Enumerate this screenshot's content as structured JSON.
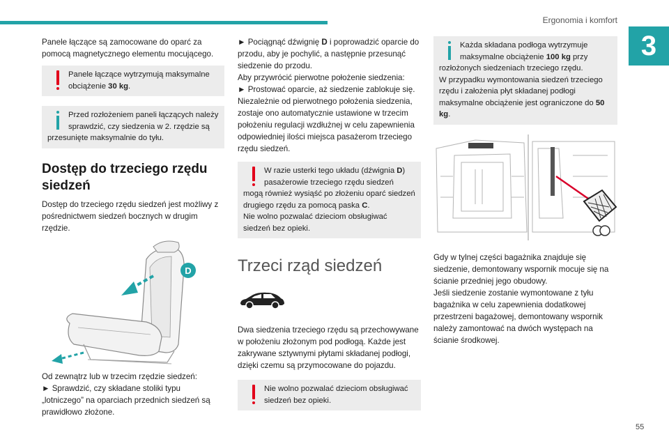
{
  "header": {
    "title": "Ergonomia i komfort",
    "chapter": "3",
    "page": "55"
  },
  "col1": {
    "intro": "Panele łączące są zamocowane do oparć za pomocą magnetycznego elementu mocującego.",
    "warn1_pre": "Panele łączące wytrzymują maksymalne obciążenie ",
    "warn1_bold": "30 kg",
    "warn1_post": ".",
    "info1": "Przed rozłożeniem paneli łączących należy sprawdzić, czy siedzenia w 2. rzędzie są przesunięte maksymalnie do tyłu.",
    "heading": "Dostęp do trzeciego rzędu siedzeń",
    "body": "Dostęp do trzeciego rzędu siedzeń jest możliwy z pośrednictwem siedzeń bocznych w drugim rzędzie.",
    "fig_label": "D",
    "outside_1": "Od zewnątrz lub w trzecim rzędzie siedzeń:",
    "outside_2": "► Sprawdzić, czy składane stoliki typu „lotniczego” na oparciach przednich siedzeń są prawidłowo złożone."
  },
  "col2": {
    "p1_pre": "► Pociągnąć dźwignię ",
    "p1_bold": "D",
    "p1_post": " i poprowadzić oparcie do przodu, aby je pochylić, a następnie przesunąć siedzenie do przodu.",
    "p2": "Aby przywrócić pierwotne położenie siedzenia:",
    "p3": "► Prostować oparcie, aż siedzenie zablokuje się.",
    "p4": "Niezależnie od pierwotnego położenia siedzenia, zostaje ono automatycznie ustawione w trzecim położeniu regulacji wzdłużnej w celu zapewnienia odpowiedniej ilości miejsca pasażerom trzeciego rzędu siedzeń.",
    "warn_pre": "W razie usterki tego układu (dźwignia ",
    "warn_bold1": "D",
    "warn_mid": ") pasażerowie trzeciego rzędu siedzeń mogą również wysiąść po złożeniu oparć siedzeń drugiego rzędu za pomocą paska ",
    "warn_bold2": "C",
    "warn_post": ".",
    "warn_2": "Nie wolno pozwalać dzieciom obsługiwać siedzeń bez opieki.",
    "heading": "Trzeci rząd siedzeń",
    "body": "Dwa siedzenia trzeciego rzędu są przechowywane w położeniu złożonym pod podłogą. Każde jest zakrywane sztywnymi płytami składanej podłogi, dzięki czemu są przymocowane do pojazdu.",
    "warn_last": "Nie wolno pozwalać dzieciom obsługiwać siedzeń bez opieki."
  },
  "col3": {
    "info_pre": "Każda składana podłoga wytrzymuje maksymalne obciążenie ",
    "info_bold1": "100 kg",
    "info_mid": " przy rozłożonych siedzeniach trzeciego rzędu.",
    "info_2": "W przypadku wymontowania siedzeń trzeciego rzędu i założenia płyt składanej podłogi maksymalne obciążenie jest ograniczone do ",
    "info_bold2": "50 kg",
    "info_post": ".",
    "body": "Gdy w tylnej części bagażnika znajduje się siedzenie, demontowany wspornik mocuje się na ścianie przedniej jego obudowy.",
    "body2": "Jeśli siedzenie zostanie wymontowane z tyłu bagażnika w celu zapewnienia dodatkowej przestrzeni bagażowej, demontowany wspornik należy zamontować na dwóch występach na ścianie środkowej."
  },
  "colors": {
    "accent": "#22a3a7",
    "warning": "#e2001a",
    "note_bg": "#ececec"
  }
}
